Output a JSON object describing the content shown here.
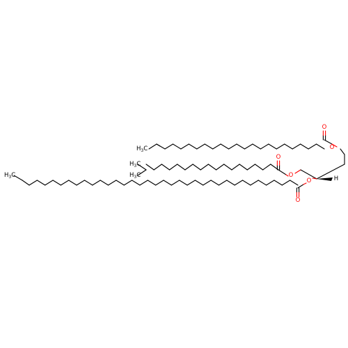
{
  "colors": {
    "bond": "#000000",
    "oxygen": "#ff0000",
    "background": "#ffffff"
  },
  "labels": {
    "methyl": "H",
    "methyl_c": "C",
    "methyl_sub": "3",
    "oxygen": "O",
    "hydrogen": "H"
  }
}
